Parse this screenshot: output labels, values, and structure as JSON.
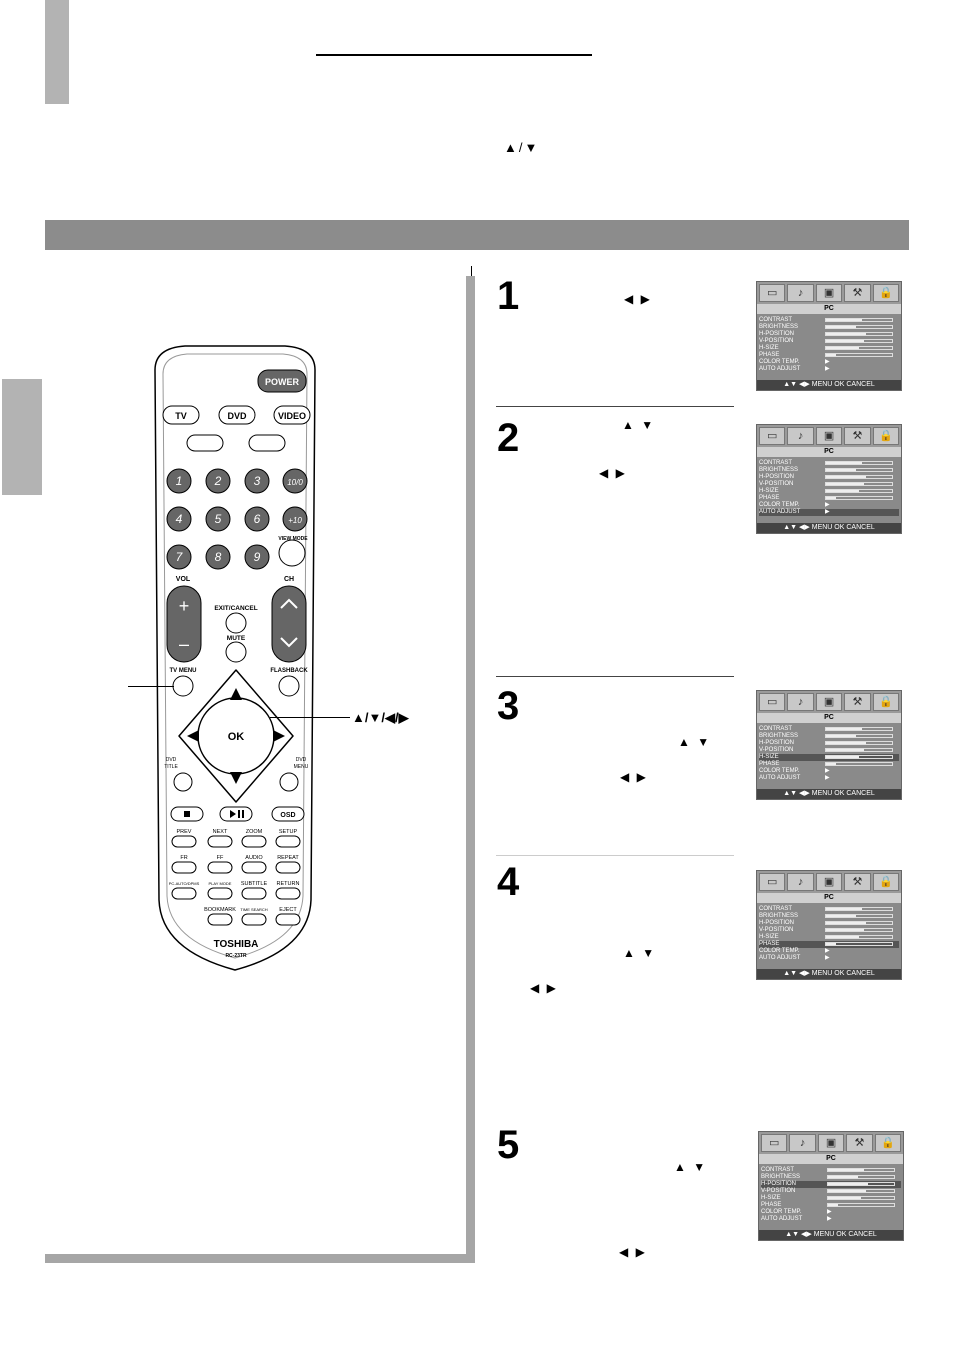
{
  "page": {
    "intro_arrows": "▲/▼"
  },
  "remote": {
    "power": "POWER",
    "tv": "TV",
    "dvd": "DVD",
    "video": "VIDEO",
    "digits": [
      "1",
      "2",
      "3",
      "10/0",
      "4",
      "5",
      "6",
      "+10",
      "7",
      "8",
      "9"
    ],
    "view_mode": "VIEW MODE",
    "vol": "VOL",
    "ch": "CH",
    "plus": "+",
    "minus": "–",
    "exit_cancel": "EXIT/CANCEL",
    "mute": "MUTE",
    "tv_menu": "TV MENU",
    "flashback": "FLASHBACK",
    "ok": "OK",
    "dvd_title_1": "DVD",
    "dvd_title_2": "TITLE",
    "dvd_menu_1": "DVD",
    "dvd_menu_2": "MENU",
    "osd": "OSD",
    "prev": "PREV",
    "next": "NEXT",
    "zoom": "ZOOM",
    "setup": "SETUP",
    "fr": "FR",
    "ff": "FF",
    "audio": "AUDIO",
    "repeat": "REPEAT",
    "pc_auto": "PC-AUTO/DPMS",
    "play_mode": "PLAY MODE",
    "subtitle": "SUBTITLE",
    "return": "RETURN",
    "bookmark": "BOOKMARK",
    "time_search": "TIME SEARCH",
    "eject": "EJECT",
    "brand": "TOSHIBA",
    "model": "RC-23TR"
  },
  "pointer_label": "▲/▼/◀/▶",
  "steps": [
    {
      "num": "1",
      "arrows": [
        "◀ ▶"
      ]
    },
    {
      "num": "2",
      "arrows": [
        "▲ ▼",
        "◀ ▶"
      ]
    },
    {
      "num": "3",
      "arrows": [
        "▲ ▼",
        "◀ ▶"
      ]
    },
    {
      "num": "4",
      "arrows": [
        "▲ ▼",
        "◀ ▶"
      ]
    },
    {
      "num": "5",
      "arrows": [
        "▲ ▼",
        "◀ ▶"
      ]
    }
  ],
  "osd": {
    "header": "PC",
    "footer": "▲▼ ◀▶ MENU OK CANCEL",
    "items": [
      "CONTRAST",
      "BRIGHTNESS",
      "H-POSITION",
      "V-POSITION",
      "H-SIZE",
      "PHASE",
      "COLOR TEMP.",
      "AUTO ADJUST"
    ],
    "levels": [
      0.55,
      0.45,
      0.6,
      0.58,
      0.5,
      0.15
    ],
    "selected": [
      -1,
      7,
      4,
      5,
      2
    ]
  }
}
